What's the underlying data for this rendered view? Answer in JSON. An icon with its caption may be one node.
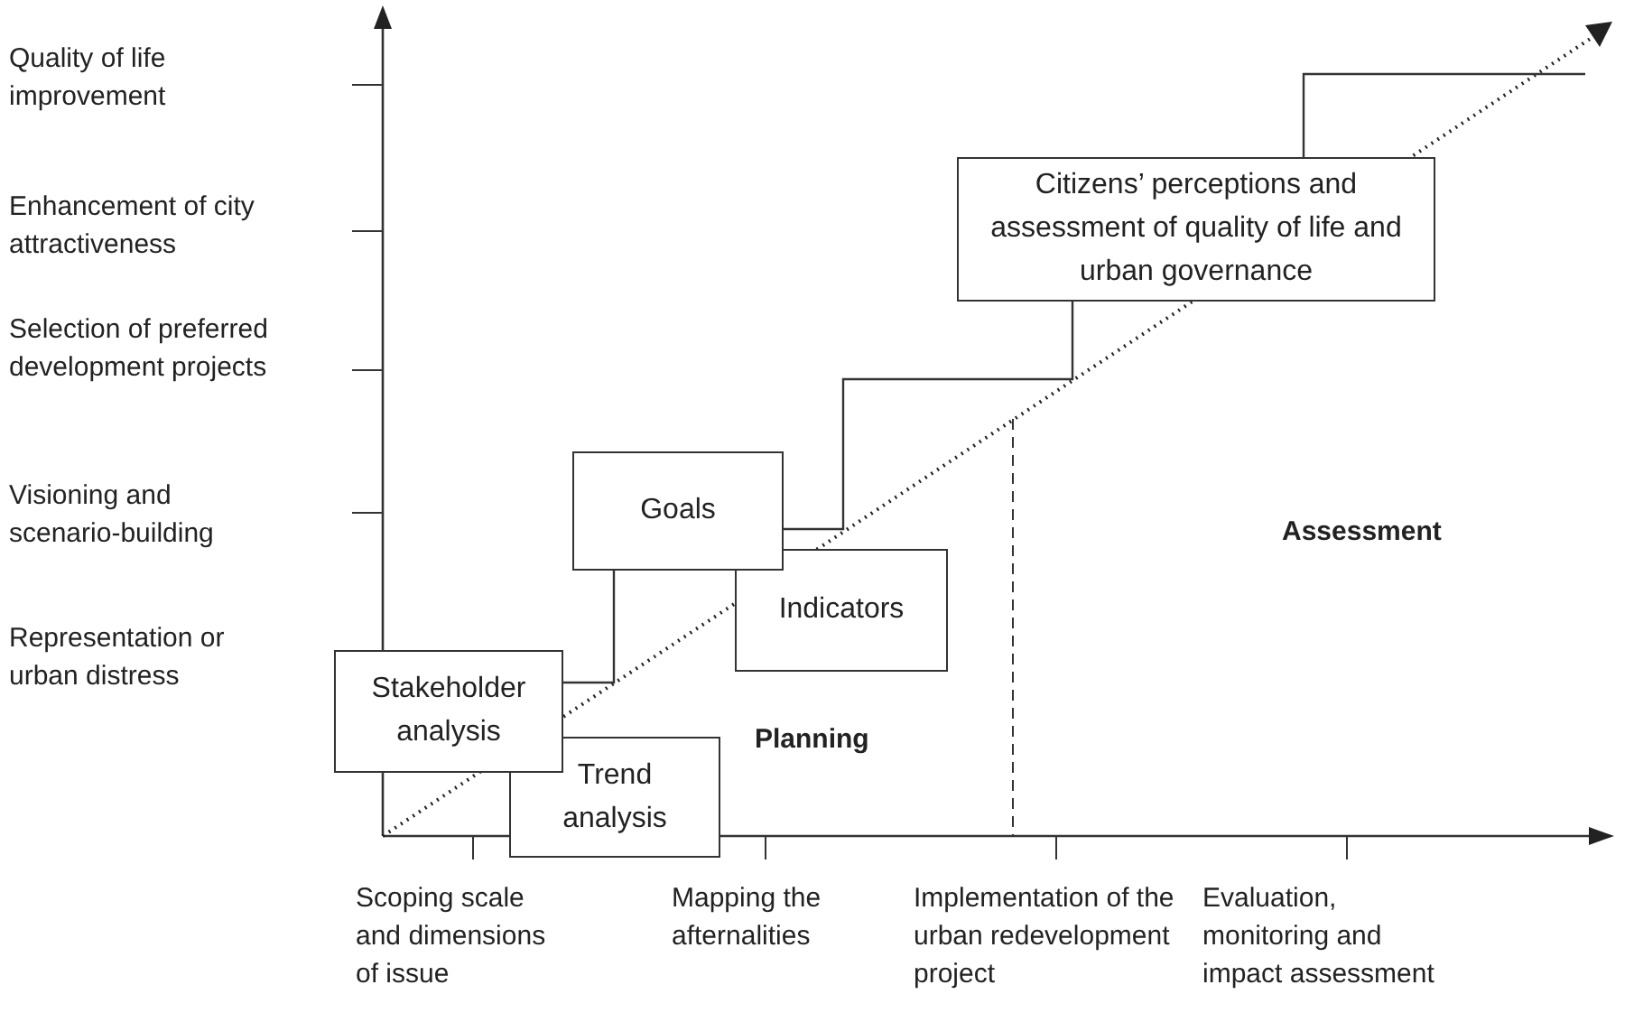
{
  "diagram": {
    "nodes": [
      {
        "text": [
          "Citizens’ perceptions and assessment of quality of life and urban governance"
        ]
      },
      {
        "text": [
          "Goals"
        ]
      },
      {
        "text": [
          "Indicators"
        ]
      },
      {
        "text": [
          "Stakeholder analysis"
        ]
      },
      {
        "text": [
          "Trend analysis"
        ]
      }
    ],
    "edges": [
      {
        "from": 3,
        "to": 1,
        "arrow": "none"
      },
      {
        "from": 1,
        "to": 0,
        "arrow": "none"
      },
      {
        "from": 0,
        "to": null,
        "arrow": "none"
      }
    ],
    "labels": [
      "Quality of life improvement",
      "Enhancement of city attractiveness",
      "Selection of preferred development projects",
      "Visioning and scenario-building",
      "Representation or urban distress",
      "Assessment",
      "Planning",
      "Scoping scale and dimensions of issue",
      "Mapping the afternalities",
      "Implementation of the urban redevelopment project",
      "Evaluation, monitoring and impact assessment"
    ]
  }
}
